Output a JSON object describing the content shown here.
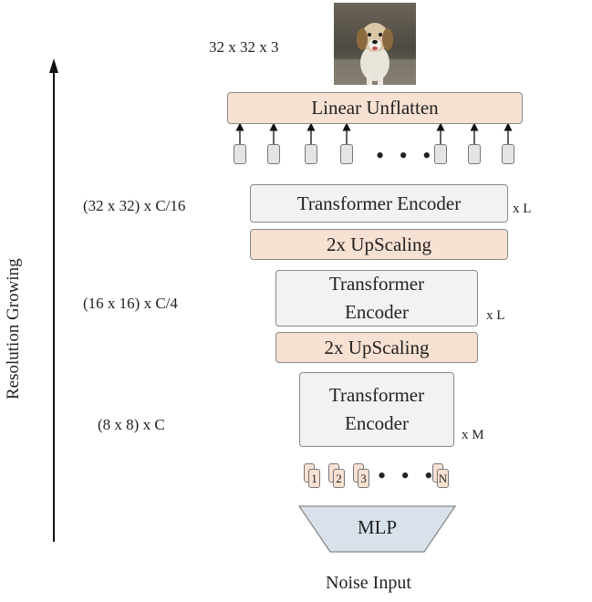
{
  "axis": {
    "label": "Resolution Growing"
  },
  "output": {
    "image_alt": "dog photo",
    "shape_label": "32 x 32 x 3"
  },
  "linear_unflatten": {
    "label": "Linear Unflatten"
  },
  "stages": [
    {
      "resolution_label": "(32 x 32) x C/16",
      "encoder_label": "Transformer Encoder",
      "repeat": "x L",
      "upscale_label": "2x UpScaling"
    },
    {
      "resolution_label": "(16 x 16) x C/4",
      "encoder_label": "Transformer Encoder",
      "repeat": "x L",
      "upscale_label": "2x UpScaling"
    },
    {
      "resolution_label": "(8 x 8) x C",
      "encoder_label": "Transformer Encoder",
      "repeat": "x M"
    }
  ],
  "input_tokens": [
    "1",
    "2",
    "3",
    "N"
  ],
  "ellipsis": "• • •",
  "mlp": {
    "label": "MLP"
  },
  "noise": {
    "label": "Noise Input"
  },
  "colors": {
    "encoder_fill": "#f2f2f3",
    "upscale_fill": "#f7e1d2",
    "mlp_fill": "#d9e2ea",
    "arrow": "#111111"
  }
}
